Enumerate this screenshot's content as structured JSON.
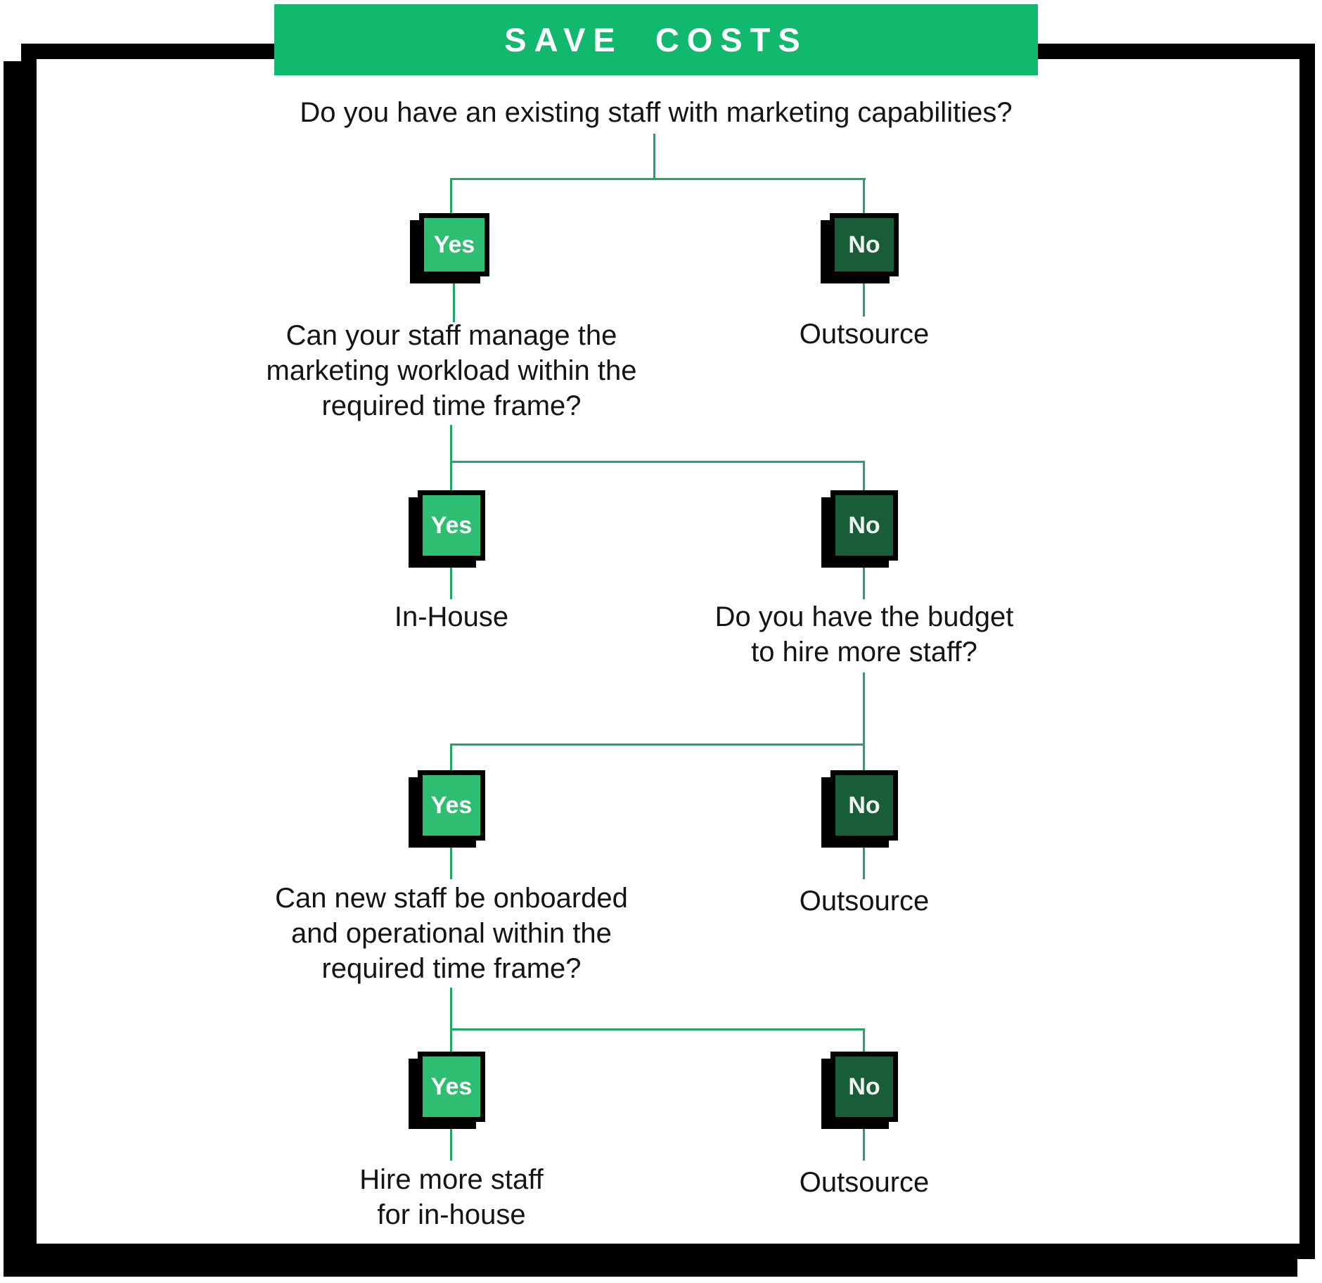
{
  "banner": {
    "title": "SAVE COSTS"
  },
  "labels": {
    "yes": "Yes",
    "no": "No",
    "outsource": "Outsource",
    "in_house": "In-House"
  },
  "questions": {
    "q1": {
      "lines": [
        "Do you have an existing staff with marketing capabilities?"
      ]
    },
    "q2": {
      "lines": [
        "Can your staff manage the",
        "marketing workload within the",
        "required time frame?"
      ]
    },
    "q3": {
      "lines": [
        "Do you have the budget",
        "to hire more staff?"
      ]
    },
    "q4": {
      "lines": [
        "Can new staff be onboarded",
        "and operational within the",
        "required time frame?"
      ]
    }
  },
  "outcomes": {
    "hire": {
      "lines": [
        "Hire more staff",
        "for in-house"
      ]
    }
  },
  "colors": {
    "banner_green": "#10B96E",
    "yes_green": "#2EBE71",
    "no_green": "#195C38",
    "line_green": "#1EA866",
    "frame_black": "#000000",
    "text_dark": "#141414"
  }
}
